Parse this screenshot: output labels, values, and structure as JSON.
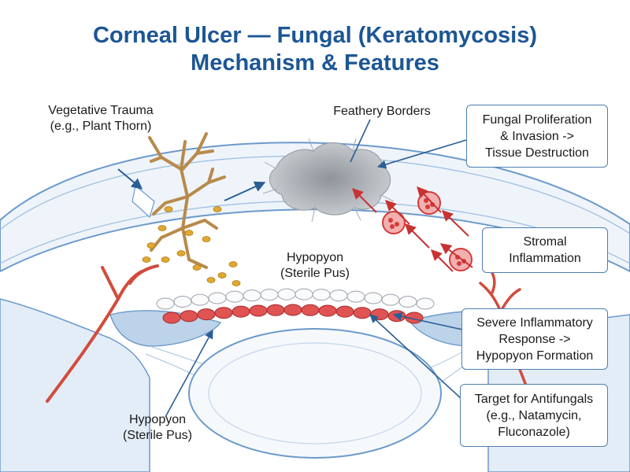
{
  "title": {
    "line1": "Corneal Ulcer — Fungal (Keratomycosis)",
    "line2": "Mechanism & Features"
  },
  "labels": {
    "trauma_line1": "Vegetative Trauma",
    "trauma_line2": "(e.g., Plant Thorn)",
    "feathery": "Feathery Borders",
    "hypopyon_center_line1": "Hypopyon",
    "hypopyon_center_line2": "(Sterile Pus)",
    "hypopyon_bottom_line1": "Hypopyon",
    "hypopyon_bottom_line2": "(Sterile Pus)"
  },
  "callouts": {
    "proliferation": [
      "Fungal Proliferation",
      "& Invasion ->",
      "Tissue Destruction"
    ],
    "stromal": [
      "Stromal",
      "Inflammation"
    ],
    "severe": [
      "Severe Inflammatory",
      "Response ->",
      "Hypopyon Formation"
    ],
    "antifungal": [
      "Target for Antifungals",
      "(e.g., Natamycin,",
      "Fluconazole)"
    ]
  },
  "colors": {
    "title": "#1c5694",
    "callout_border": "#4e7fb3",
    "leader": "#2a5e96",
    "cornea_fill": "#eef4fa",
    "cornea_stroke": "#6c9acb",
    "fungus": "#b88a4a",
    "spore": "#e0a830",
    "ulcer": "#b9bec4",
    "inflammatory_cell": "#d53b3b",
    "migration_arrow": "#c83232",
    "vessel": "#d24b3c",
    "lens": "#f6f9fc"
  },
  "icons": {
    "fungal_hyphae": "fungal-hyphae-icon",
    "spore": "spore-icon",
    "inflammatory_cell": "inflammatory-cell-icon",
    "migration_arrow": "red-arrow-icon",
    "leader_arrow": "leader-arrow-icon"
  }
}
